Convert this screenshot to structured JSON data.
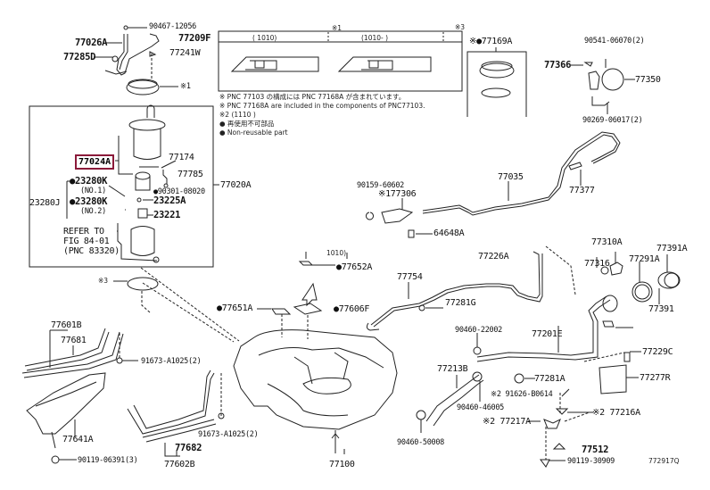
{
  "diagram": {
    "title": "Fuel tank & tube exploded parts diagram",
    "figure_id": "772917Q",
    "highlight_color": "#8b1a3a",
    "highlighted_part": "77024A"
  },
  "inset_table": {
    "header_mark": "※1",
    "col1": "(      1010)",
    "col2": "(1010-      )",
    "notes": [
      "※ PNC 77103 の構成には PNC 77168A が含まれています。",
      "※ PNC 77168A are included in the components of PNC77103.",
      "※2 (1110        )",
      "● 再使用不可部品",
      "● Non-reusable part"
    ]
  },
  "marks": {
    "m3_top": "※3",
    "m1_ring": "※1",
    "m3_gasket": "※3",
    "paren_1010": "1010)"
  },
  "labels": {
    "p90467_12056": "90467-12056",
    "p77209F": "77209F",
    "p77026A": "77026A",
    "p77241W": "77241W",
    "p77285D": "77285D",
    "p77169A": "※●77169A",
    "p90541": "90541-06070(2)",
    "p77366": "77366",
    "p77350": "77350",
    "p90269": "90269-06017(2)",
    "p77377": "77377",
    "p77024A": "77024A",
    "p77174": "77174",
    "p77785": "77785",
    "p77020A": "77020A",
    "p23280K_1": "●23280K",
    "p23280K_1_sub": "(NO.1)",
    "p23280J": "23280J",
    "p23280K_2": "●23280K",
    "p23280K_2_sub": "(NO.2)",
    "p90301": "●90301-08020",
    "p23225A": "23225A",
    "p23221": "23221",
    "refer_1": "REFER TO",
    "refer_2": "FIG 84-01",
    "refer_3": "(PNC 83320)",
    "p90159": "90159-60602",
    "p77306": "※177306",
    "p77035": "77035",
    "p64648A": "64648A",
    "p77652A": "●77652A",
    "p77651A": "●77651A",
    "p77606F": "●77606F",
    "p77754": "77754",
    "p77226A": "77226A",
    "p77281G": "77281G",
    "p77310A": "77310A",
    "p77316": "77316",
    "p77291A": "77291A",
    "p77391A": "77391A",
    "p77391": "77391",
    "p90460_22002": "90460-22002",
    "p77201E": "77201E",
    "p77229C": "77229C",
    "p77213B": "77213B",
    "p77281A": "77281A",
    "p77277R": "77277R",
    "p90460_46005": "90460-46005",
    "p91626": "※2 91626-B0614",
    "p77216A": "※2 77216A",
    "p77217A": "※2 77217A",
    "p90460_50008": "90460-50008",
    "p77512": "77512",
    "p90119_30909": "90119-30909",
    "p77601B": "77601B",
    "p77681": "77681",
    "p91673_a": "91673-A1025(2)",
    "p77641A": "77641A",
    "p90119_06391": "90119-06391(3)",
    "p91673_b": "91673-A1025(2)",
    "p77682": "77682",
    "p77602B": "77602B",
    "p77100": "77100"
  }
}
